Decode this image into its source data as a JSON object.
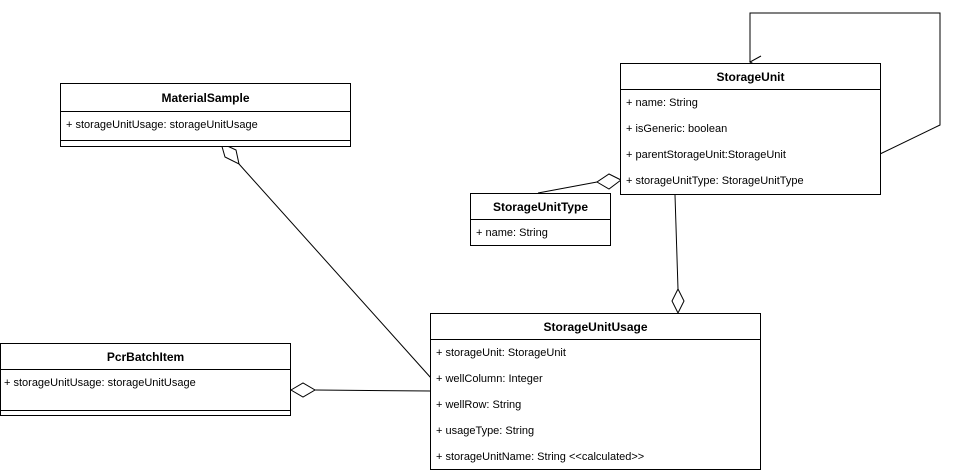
{
  "classes": {
    "material_sample": {
      "name": "MaterialSample",
      "attributes": [
        "+ storageUnitUsage: storageUnitUsage"
      ]
    },
    "storage_unit": {
      "name": "StorageUnit",
      "attributes": [
        "+ name: String",
        "+ isGeneric: boolean",
        "+ parentStorageUnit:StorageUnit",
        "+ storageUnitType: StorageUnitType"
      ]
    },
    "storage_unit_type": {
      "name": "StorageUnitType",
      "attributes": [
        "+ name: String"
      ]
    },
    "pcr_batch_item": {
      "name": "PcrBatchItem",
      "attributes": [
        "+ storageUnitUsage: storageUnitUsage"
      ]
    },
    "storage_unit_usage": {
      "name": "StorageUnitUsage",
      "attributes": [
        "+ storageUnit: StorageUnit",
        "+ wellColumn: Integer",
        "+ wellRow: String",
        "+ usageType: String",
        "+ storageUnitName: String <<calculated>>"
      ]
    }
  }
}
